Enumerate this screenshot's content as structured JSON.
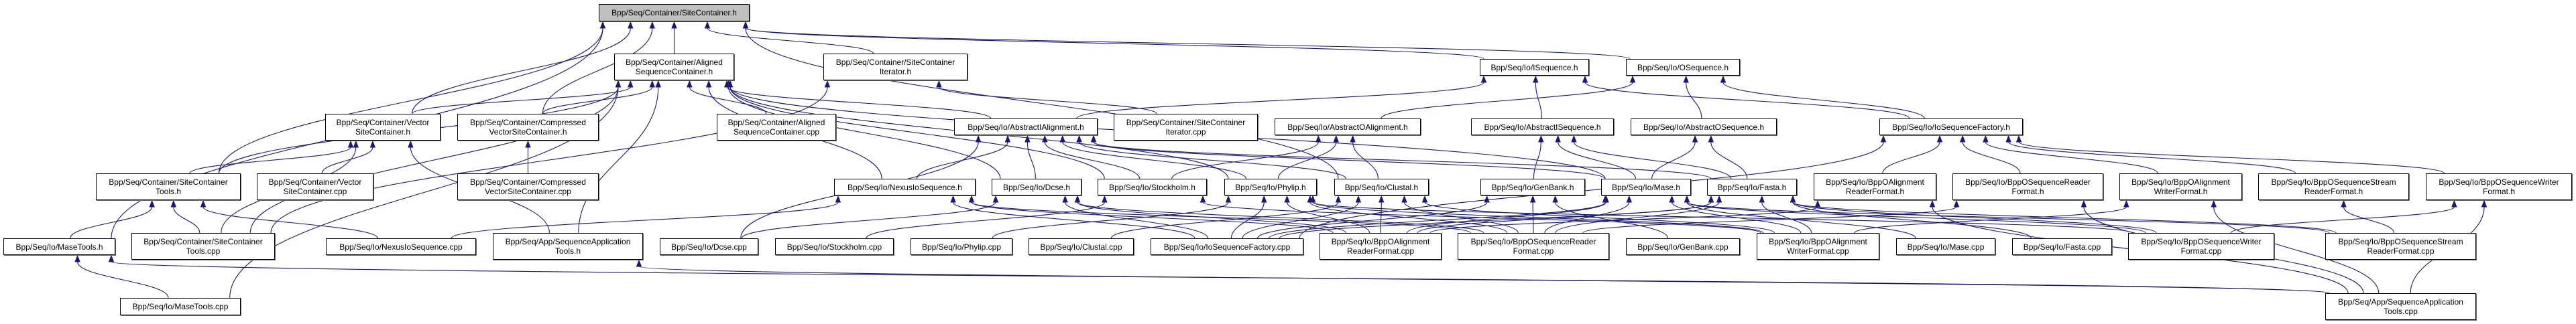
{
  "colors": {
    "edge": "#191970",
    "root_fill": "#bfbfbf",
    "node_fill": "#ffffff",
    "border": "#000000"
  },
  "nodes": [
    {
      "label": [
        "Bpp/Seq/Container/SiteContainer.h"
      ],
      "root": true
    },
    {
      "label": [
        "Bpp/Seq/Container/Aligned",
        "SequenceContainer.h"
      ]
    },
    {
      "label": [
        "Bpp/Seq/Container/SiteContainer",
        "Iterator.h"
      ]
    },
    {
      "label": [
        "Bpp/Seq/Io/ISequence.h"
      ]
    },
    {
      "label": [
        "Bpp/Seq/Io/OSequence.h"
      ]
    },
    {
      "label": [
        "Bpp/Seq/Container/Vector",
        "SiteContainer.h"
      ]
    },
    {
      "label": [
        "Bpp/Seq/Container/Compressed",
        "VectorSiteContainer.h"
      ]
    },
    {
      "label": [
        "Bpp/Seq/Container/Aligned",
        "SequenceContainer.cpp"
      ]
    },
    {
      "label": [
        "Bpp/Seq/Io/AbstractIAlignment.h"
      ]
    },
    {
      "label": [
        "Bpp/Seq/Container/SiteContainer",
        "Iterator.cpp"
      ]
    },
    {
      "label": [
        "Bpp/Seq/Io/AbstractOAlignment.h"
      ]
    },
    {
      "label": [
        "Bpp/Seq/Io/AbstractISequence.h"
      ]
    },
    {
      "label": [
        "Bpp/Seq/Io/AbstractOSequence.h"
      ]
    },
    {
      "label": [
        "Bpp/Seq/Io/IoSequenceFactory.h"
      ]
    },
    {
      "label": [
        "Bpp/Seq/Container/SiteContainer",
        "Tools.h"
      ]
    },
    {
      "label": [
        "Bpp/Seq/Container/Vector",
        "SiteContainer.cpp"
      ]
    },
    {
      "label": [
        "Bpp/Seq/Container/Compressed",
        "VectorSiteContainer.cpp"
      ]
    },
    {
      "label": [
        "Bpp/Seq/Io/NexusIoSequence.h"
      ]
    },
    {
      "label": [
        "Bpp/Seq/Io/Dcse.h"
      ]
    },
    {
      "label": [
        "Bpp/Seq/Io/Stockholm.h"
      ]
    },
    {
      "label": [
        "Bpp/Seq/Io/Phylip.h"
      ]
    },
    {
      "label": [
        "Bpp/Seq/Io/Clustal.h"
      ]
    },
    {
      "label": [
        "Bpp/Seq/Io/GenBank.h"
      ]
    },
    {
      "label": [
        "Bpp/Seq/Io/Mase.h"
      ]
    },
    {
      "label": [
        "Bpp/Seq/Io/Fasta.h"
      ]
    },
    {
      "label": [
        "Bpp/Seq/Io/BppOAlignment",
        "ReaderFormat.h"
      ]
    },
    {
      "label": [
        "Bpp/Seq/Io/BppOSequenceReader",
        "Format.h"
      ]
    },
    {
      "label": [
        "Bpp/Seq/Io/BppOAlignment",
        "WriterFormat.h"
      ]
    },
    {
      "label": [
        "Bpp/Seq/Io/BppOSequenceStream",
        "ReaderFormat.h"
      ]
    },
    {
      "label": [
        "Bpp/Seq/Io/BppOSequenceWriter",
        "Format.h"
      ]
    },
    {
      "label": [
        "Bpp/Seq/Io/MaseTools.h"
      ]
    },
    {
      "label": [
        "Bpp/Seq/Container/SiteContainer",
        "Tools.cpp"
      ]
    },
    {
      "label": [
        "Bpp/Seq/Io/NexusIoSequence.cpp"
      ]
    },
    {
      "label": [
        "Bpp/Seq/App/SequenceApplication",
        "Tools.h"
      ]
    },
    {
      "label": [
        "Bpp/Seq/Io/Dcse.cpp"
      ]
    },
    {
      "label": [
        "Bpp/Seq/Io/Stockholm.cpp"
      ]
    },
    {
      "label": [
        "Bpp/Seq/Io/Phylip.cpp"
      ]
    },
    {
      "label": [
        "Bpp/Seq/Io/Clustal.cpp"
      ]
    },
    {
      "label": [
        "Bpp/Seq/Io/IoSequenceFactory.cpp"
      ]
    },
    {
      "label": [
        "Bpp/Seq/Io/BppOAlignment",
        "ReaderFormat.cpp"
      ]
    },
    {
      "label": [
        "Bpp/Seq/Io/BppOSequenceReader",
        "Format.cpp"
      ]
    },
    {
      "label": [
        "Bpp/Seq/Io/GenBank.cpp"
      ]
    },
    {
      "label": [
        "Bpp/Seq/Io/BppOAlignment",
        "WriterFormat.cpp"
      ]
    },
    {
      "label": [
        "Bpp/Seq/Io/Mase.cpp"
      ]
    },
    {
      "label": [
        "Bpp/Seq/Io/Fasta.cpp"
      ]
    },
    {
      "label": [
        "Bpp/Seq/Io/BppOSequenceWriter",
        "Format.cpp"
      ]
    },
    {
      "label": [
        "Bpp/Seq/Io/BppOSequenceStream",
        "ReaderFormat.cpp"
      ]
    },
    {
      "label": [
        "Bpp/Seq/Io/MaseTools.cpp"
      ]
    },
    {
      "label": [
        "Bpp/Seq/App/SequenceApplication",
        "Tools.cpp"
      ]
    }
  ],
  "edges": [
    [
      1,
      0
    ],
    [
      2,
      0
    ],
    [
      5,
      0
    ],
    [
      6,
      0
    ],
    [
      14,
      0
    ],
    [
      30,
      0
    ],
    [
      3,
      0
    ],
    [
      4,
      0
    ],
    [
      21,
      0
    ],
    [
      5,
      1
    ],
    [
      6,
      1
    ],
    [
      14,
      1
    ],
    [
      7,
      1
    ],
    [
      17,
      1
    ],
    [
      8,
      1
    ],
    [
      18,
      1
    ],
    [
      19,
      1
    ],
    [
      20,
      1
    ],
    [
      33,
      1
    ],
    [
      47,
      1
    ],
    [
      23,
      1
    ],
    [
      31,
      1
    ],
    [
      9,
      2
    ],
    [
      31,
      2
    ],
    [
      14,
      5
    ],
    [
      15,
      5
    ],
    [
      31,
      5
    ],
    [
      33,
      5
    ],
    [
      16,
      6
    ],
    [
      30,
      14
    ],
    [
      31,
      14
    ],
    [
      32,
      14
    ],
    [
      47,
      30
    ],
    [
      48,
      30
    ],
    [
      48,
      33
    ],
    [
      8,
      3
    ],
    [
      11,
      3
    ],
    [
      13,
      3
    ],
    [
      10,
      4
    ],
    [
      12,
      4
    ],
    [
      13,
      4
    ],
    [
      17,
      8
    ],
    [
      18,
      8
    ],
    [
      19,
      8
    ],
    [
      20,
      8
    ],
    [
      21,
      8
    ],
    [
      23,
      8
    ],
    [
      24,
      8
    ],
    [
      34,
      8
    ],
    [
      19,
      10
    ],
    [
      20,
      10
    ],
    [
      21,
      10
    ],
    [
      22,
      11
    ],
    [
      23,
      11
    ],
    [
      24,
      11
    ],
    [
      23,
      12
    ],
    [
      24,
      12
    ],
    [
      38,
      13
    ],
    [
      25,
      13
    ],
    [
      26,
      13
    ],
    [
      27,
      13
    ],
    [
      28,
      13
    ],
    [
      29,
      13
    ],
    [
      32,
      17
    ],
    [
      38,
      17
    ],
    [
      39,
      17
    ],
    [
      40,
      17
    ],
    [
      34,
      18
    ],
    [
      38,
      18
    ],
    [
      39,
      18
    ],
    [
      40,
      18
    ],
    [
      35,
      19
    ],
    [
      42,
      19
    ],
    [
      36,
      20
    ],
    [
      38,
      20
    ],
    [
      39,
      20
    ],
    [
      40,
      20
    ],
    [
      42,
      20
    ],
    [
      45,
      20
    ],
    [
      37,
      21
    ],
    [
      38,
      21
    ],
    [
      39,
      21
    ],
    [
      40,
      21
    ],
    [
      42,
      21
    ],
    [
      41,
      22
    ],
    [
      38,
      22
    ],
    [
      40,
      22
    ],
    [
      43,
      23
    ],
    [
      38,
      23
    ],
    [
      39,
      23
    ],
    [
      40,
      23
    ],
    [
      42,
      23
    ],
    [
      45,
      23
    ],
    [
      46,
      23
    ],
    [
      44,
      24
    ],
    [
      38,
      24
    ],
    [
      39,
      24
    ],
    [
      40,
      24
    ],
    [
      42,
      24
    ],
    [
      45,
      24
    ],
    [
      46,
      24
    ],
    [
      39,
      25
    ],
    [
      48,
      25
    ],
    [
      40,
      26
    ],
    [
      48,
      26
    ],
    [
      42,
      27
    ],
    [
      48,
      27
    ],
    [
      46,
      28
    ],
    [
      45,
      29
    ],
    [
      48,
      29
    ]
  ]
}
